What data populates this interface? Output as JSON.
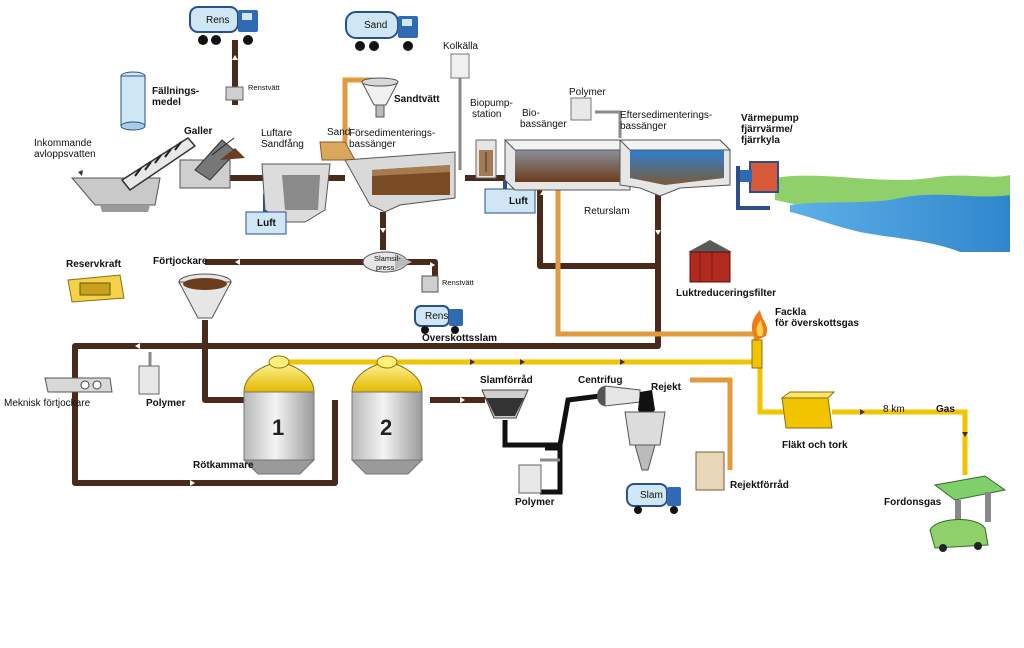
{
  "labels": {
    "rens_top": "Rens",
    "sand_truck": "Sand",
    "renstvatt_top": "Renstvätt",
    "kolkalla": "Kolkälla",
    "fallningsmedel_1": "Fällnings-",
    "fallningsmedel_2": "medel",
    "sandtvatt": "Sandtvätt",
    "biopump_1": "Biopump-",
    "biopump_2": "station",
    "polymer_top": "Polymer",
    "bio_1": "Bio-",
    "bio_2": "bassänger",
    "efter_1": "Eftersedimenterings-",
    "efter_2": "bassänger",
    "varme_1": "Värmepump",
    "varme_2": "fjärrvärme/",
    "varme_3": "fjärrkyla",
    "inkommande_1": "Inkommande",
    "inkommande_2": "avloppsvatten",
    "galler": "Galler",
    "luftare_1": "Luftare",
    "luftare_2": "Sandfång",
    "sand": "Sand",
    "forsed_1": "Försedimenterings-",
    "forsed_2": "bassänger",
    "luft_left": "Luft",
    "luft_right": "Luft",
    "returslam": "Returslam",
    "reservkraft": "Reservkraft",
    "fortjockare": "Förtjockare",
    "slamsil_1": "Slamsil-",
    "slamsil_2": "press",
    "renstvatt_mid": "Renstvätt",
    "rens_mid": "Rens",
    "overskottsslam": "Överskottsslam",
    "luktreducering": "Luktreduceringsfilter",
    "fackla_1": "Fackla",
    "fackla_2": "för överskottsgas",
    "meknisk": "Meknisk förtjockare",
    "polymer_left": "Polymer",
    "digester_1": "1",
    "digester_2": "2",
    "rotkammare": "Rötkammare",
    "slamforrad": "Slamförråd",
    "centrifug": "Centrifug",
    "rejekt": "Rejekt",
    "rejektforrad": "Rejektförråd",
    "polymer_bottom": "Polymer",
    "slam_truck": "Slam",
    "flakt": "Fläkt och tork",
    "km": "8 km",
    "gas": "Gas",
    "fordonsgas": "Fordonsgas"
  },
  "colors": {
    "sludge_pipe": "#4a2a1a",
    "gas_pipe": "#f2c400",
    "return_pipe": "#e39a3c",
    "dark_pipe": "#3a3a3a",
    "air_pipe": "#2b4f8a",
    "water": "#3f8fd6",
    "sludge_fill": "#6b3d1e",
    "box_light_blue": "#cfe6f5"
  }
}
